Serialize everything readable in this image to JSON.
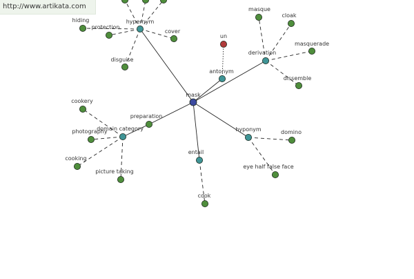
{
  "site": {
    "url_text": "http://www.artikata.com"
  },
  "colors": {
    "center": "#3c4aa0",
    "relation": "#3f9496",
    "leaf": "#4f8e3c",
    "antonym_leaf": "#b03a3a",
    "edge": "#222222"
  },
  "graph": {
    "center": {
      "id": "mask",
      "label": "mask",
      "kind": "center"
    },
    "relations": [
      {
        "id": "hypernym",
        "label": "hypernym",
        "kind": "relation"
      },
      {
        "id": "derivation",
        "label": "derivation",
        "kind": "relation"
      },
      {
        "id": "antonym",
        "label": "antonym",
        "kind": "relation"
      },
      {
        "id": "preparation",
        "label": "preparation",
        "kind": "leaf"
      },
      {
        "id": "domain_category",
        "label": "domain category",
        "kind": "relation"
      },
      {
        "id": "hyponym",
        "label": "hyponym",
        "kind": "relation"
      },
      {
        "id": "entail",
        "label": "entail",
        "kind": "relation"
      }
    ],
    "leaves": [
      {
        "id": "hiding",
        "label": "hiding",
        "parent": "hypernym"
      },
      {
        "id": "protection",
        "label": "protection",
        "parent": "hypernym"
      },
      {
        "id": "cover",
        "label": "cover",
        "parent": "hypernym"
      },
      {
        "id": "disguise",
        "label": "disguise",
        "parent": "hypernym"
      },
      {
        "id": "hyp_top1",
        "label": "",
        "parent": "hypernym"
      },
      {
        "id": "hyp_top2",
        "label": "",
        "parent": "hypernym"
      },
      {
        "id": "hyp_top3",
        "label": "",
        "parent": "hypernym"
      },
      {
        "id": "masque",
        "label": "masque",
        "parent": "derivation"
      },
      {
        "id": "cloak",
        "label": "cloak",
        "parent": "derivation"
      },
      {
        "id": "masquerade",
        "label": "masquerade",
        "parent": "derivation"
      },
      {
        "id": "dissemble",
        "label": "dissemble",
        "parent": "derivation"
      },
      {
        "id": "un",
        "label": "un",
        "parent": "antonym",
        "kind": "antonym_leaf"
      },
      {
        "id": "cookery",
        "label": "cookery",
        "parent": "domain_category"
      },
      {
        "id": "photography",
        "label": "photography",
        "parent": "domain_category"
      },
      {
        "id": "cooking",
        "label": "cooking",
        "parent": "domain_category"
      },
      {
        "id": "picture_taking",
        "label": "picture taking",
        "parent": "domain_category"
      },
      {
        "id": "domino",
        "label": "domino",
        "parent": "hyponym"
      },
      {
        "id": "eye_half_false_face",
        "label": "eye half false face",
        "parent": "hyponym"
      },
      {
        "id": "cook",
        "label": "cook",
        "parent": "entail"
      }
    ],
    "edges": [
      {
        "from": "mask",
        "to": "hypernym",
        "style": "solid"
      },
      {
        "from": "mask",
        "to": "derivation",
        "style": "solid"
      },
      {
        "from": "mask",
        "to": "antonym",
        "style": "solid"
      },
      {
        "from": "mask",
        "to": "preparation",
        "style": "solid"
      },
      {
        "from": "preparation",
        "to": "domain_category",
        "style": "solid"
      },
      {
        "from": "mask",
        "to": "hyponym",
        "style": "solid"
      },
      {
        "from": "mask",
        "to": "entail",
        "style": "solid"
      },
      {
        "from": "hypernym",
        "to": "hiding",
        "style": "dashed"
      },
      {
        "from": "hypernym",
        "to": "protection",
        "style": "dashed"
      },
      {
        "from": "hypernym",
        "to": "cover",
        "style": "dashed"
      },
      {
        "from": "hypernym",
        "to": "disguise",
        "style": "dashed"
      },
      {
        "from": "hypernym",
        "to": "hyp_top1",
        "style": "dashed"
      },
      {
        "from": "hypernym",
        "to": "hyp_top2",
        "style": "dashed"
      },
      {
        "from": "hypernym",
        "to": "hyp_top3",
        "style": "dashed"
      },
      {
        "from": "derivation",
        "to": "masque",
        "style": "dashed"
      },
      {
        "from": "derivation",
        "to": "cloak",
        "style": "dashed"
      },
      {
        "from": "derivation",
        "to": "masquerade",
        "style": "dashed"
      },
      {
        "from": "derivation",
        "to": "dissemble",
        "style": "dashed"
      },
      {
        "from": "antonym",
        "to": "un",
        "style": "dotted"
      },
      {
        "from": "domain_category",
        "to": "cookery",
        "style": "dashed"
      },
      {
        "from": "domain_category",
        "to": "photography",
        "style": "dashed"
      },
      {
        "from": "domain_category",
        "to": "cooking",
        "style": "dashed"
      },
      {
        "from": "domain_category",
        "to": "picture_taking",
        "style": "dashed"
      },
      {
        "from": "hyponym",
        "to": "domino",
        "style": "dashed"
      },
      {
        "from": "hyponym",
        "to": "eye_half_false_face",
        "style": "dashed"
      },
      {
        "from": "entail",
        "to": "cook",
        "style": "dashed"
      }
    ]
  }
}
